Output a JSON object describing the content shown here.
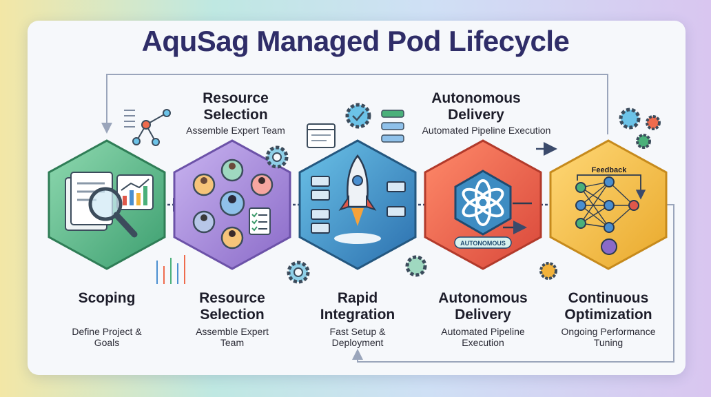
{
  "title": "AquSag Managed Pod Lifecycle",
  "stages": [
    {
      "title": "Scoping",
      "description": "Define Project & Goals",
      "color": "#5fb98a"
    },
    {
      "title": "Resource Selection",
      "description": "Assemble Expert Team",
      "color": "#a98ad8"
    },
    {
      "title": "Rapid Integration",
      "description": "Fast Setup & Deployment",
      "color": "#3b8fc4"
    },
    {
      "title": "Autonomous Delivery",
      "description": "Automated Pipeline Execution",
      "color": "#ef6b4d"
    },
    {
      "title": "Continuous Optimization",
      "description": "Ongoing Performance Tuning",
      "color": "#f2c24b"
    }
  ],
  "top_callouts": [
    {
      "title": "Resource Selection",
      "description": "Assemble Expert Team"
    },
    {
      "title": "Autonomous Delivery",
      "description": "Automated Pipeline Execution"
    }
  ],
  "badge_label": "AUTONOMOUS",
  "feedback_label": "Feedback",
  "icons": [
    "document-magnifier-icon",
    "team-avatars-icon",
    "rocket-icon",
    "ai-knot-icon",
    "neural-network-icon",
    "gear-icon",
    "checklist-icon",
    "server-icon"
  ]
}
